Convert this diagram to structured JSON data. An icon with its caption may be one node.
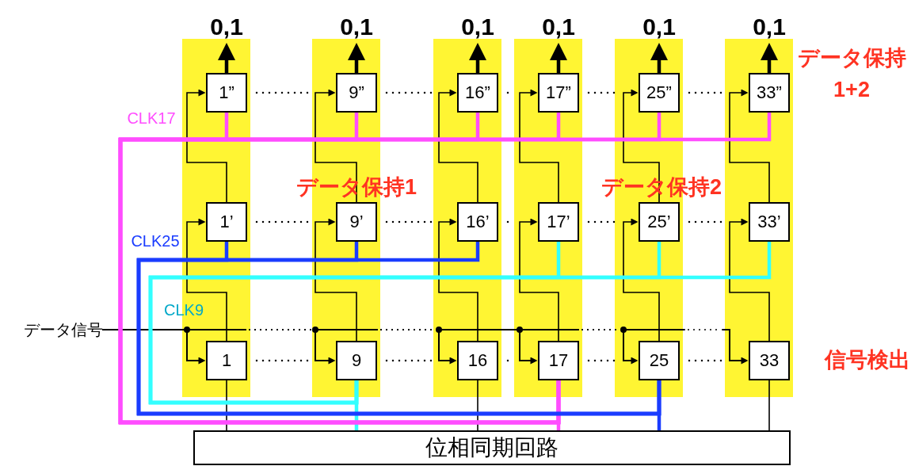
{
  "diagram": {
    "nodes": [
      {
        "text": [
          "0,1"
        ]
      },
      {
        "text": [
          "0,1"
        ]
      },
      {
        "text": [
          "0,1"
        ]
      },
      {
        "text": [
          "0,1"
        ]
      },
      {
        "text": [
          "0,1"
        ]
      },
      {
        "text": [
          "0,1"
        ]
      },
      {
        "text": [
          "1”"
        ]
      },
      {
        "text": [
          "9”"
        ]
      },
      {
        "text": [
          "16”"
        ]
      },
      {
        "text": [
          "17”"
        ]
      },
      {
        "text": [
          "25”"
        ]
      },
      {
        "text": [
          "33”"
        ]
      },
      {
        "text": [
          "1’"
        ]
      },
      {
        "text": [
          "9’"
        ]
      },
      {
        "text": [
          "16’"
        ]
      },
      {
        "text": [
          "17’"
        ]
      },
      {
        "text": [
          "25’"
        ]
      },
      {
        "text": [
          "33’"
        ]
      },
      {
        "text": [
          "データ信号"
        ]
      },
      {
        "text": [
          "1"
        ]
      },
      {
        "text": [
          "9"
        ]
      },
      {
        "text": [
          "16"
        ]
      },
      {
        "text": [
          "17"
        ]
      },
      {
        "text": [
          "25"
        ]
      },
      {
        "text": [
          "33"
        ]
      },
      {
        "text": [
          "位相同期回路"
        ]
      }
    ],
    "edges": [
      {
        "from": 6,
        "to": 0,
        "arrow": "to",
        "style": "thick"
      },
      {
        "from": 7,
        "to": 1,
        "arrow": "to",
        "style": "thick"
      },
      {
        "from": 8,
        "to": 2,
        "arrow": "to",
        "style": "thick"
      },
      {
        "from": 9,
        "to": 3,
        "arrow": "to",
        "style": "thick"
      },
      {
        "from": 10,
        "to": 4,
        "arrow": "to",
        "style": "thick"
      },
      {
        "from": 11,
        "to": 5,
        "arrow": "to",
        "style": "thick"
      },
      {
        "from": 19,
        "to": 12,
        "arrow": "to"
      },
      {
        "from": 20,
        "to": 13,
        "arrow": "to"
      },
      {
        "from": 21,
        "to": 14,
        "arrow": "to"
      },
      {
        "from": 22,
        "to": 15,
        "arrow": "to"
      },
      {
        "from": 23,
        "to": 16,
        "arrow": "to"
      },
      {
        "from": 24,
        "to": 17,
        "arrow": "to"
      },
      {
        "from": 12,
        "to": 6,
        "arrow": "to"
      },
      {
        "from": 13,
        "to": 7,
        "arrow": "to"
      },
      {
        "from": 14,
        "to": 8,
        "arrow": "to"
      },
      {
        "from": 15,
        "to": 9,
        "arrow": "to"
      },
      {
        "from": 16,
        "to": 10,
        "arrow": "to"
      },
      {
        "from": 17,
        "to": 11,
        "arrow": "to"
      },
      {
        "from": 18,
        "to": 19,
        "arrow": "to"
      },
      {
        "from": 18,
        "to": 20,
        "arrow": "to",
        "style": "dashed"
      },
      {
        "from": 18,
        "to": 21,
        "arrow": "to",
        "style": "dashed"
      },
      {
        "from": 18,
        "to": 22,
        "arrow": "to",
        "style": "dashed"
      },
      {
        "from": 18,
        "to": 23,
        "arrow": "to",
        "style": "dashed"
      },
      {
        "from": 18,
        "to": 24,
        "arrow": "to",
        "style": "dashed"
      },
      {
        "from": 19,
        "to": 25,
        "arrow": "none"
      },
      {
        "from": 20,
        "to": 25,
        "arrow": "none",
        "style": "thick",
        "color": "#33ffff"
      },
      {
        "from": 21,
        "to": 25,
        "arrow": "none"
      },
      {
        "from": 22,
        "to": 25,
        "arrow": "none",
        "style": "thick",
        "color": "#ff4dff"
      },
      {
        "from": 23,
        "to": 25,
        "arrow": "none",
        "style": "thick",
        "color": "#1a3cff"
      },
      {
        "from": 24,
        "to": 25,
        "arrow": "none"
      },
      {
        "from": 22,
        "to": 6,
        "arrow": "none",
        "style": "thick",
        "color": "#ff4dff"
      },
      {
        "from": 22,
        "to": 7,
        "arrow": "none",
        "style": "thick",
        "color": "#ff4dff"
      },
      {
        "from": 22,
        "to": 8,
        "arrow": "none",
        "style": "thick",
        "color": "#ff4dff"
      },
      {
        "from": 22,
        "to": 9,
        "arrow": "none",
        "style": "thick",
        "color": "#ff4dff"
      },
      {
        "from": 22,
        "to": 10,
        "arrow": "none",
        "style": "thick",
        "color": "#ff4dff"
      },
      {
        "from": 22,
        "to": 11,
        "arrow": "none",
        "style": "thick",
        "color": "#ff4dff"
      },
      {
        "from": 23,
        "to": 12,
        "arrow": "none",
        "style": "thick",
        "color": "#1a3cff"
      },
      {
        "from": 23,
        "to": 13,
        "arrow": "none",
        "style": "thick",
        "color": "#1a3cff"
      },
      {
        "from": 23,
        "to": 14,
        "arrow": "none",
        "style": "thick",
        "color": "#1a3cff"
      },
      {
        "from": 20,
        "to": 15,
        "arrow": "none",
        "style": "thick",
        "color": "#33ffff"
      },
      {
        "from": 20,
        "to": 16,
        "arrow": "none",
        "style": "thick",
        "color": "#33ffff"
      },
      {
        "from": 20,
        "to": 17,
        "arrow": "none",
        "style": "thick",
        "color": "#33ffff"
      }
    ],
    "labels": [
      "データ保持",
      "1+2",
      "CLK17",
      "データ保持1",
      "データ保持2",
      "CLK25",
      "CLK9",
      "信号検出"
    ]
  }
}
